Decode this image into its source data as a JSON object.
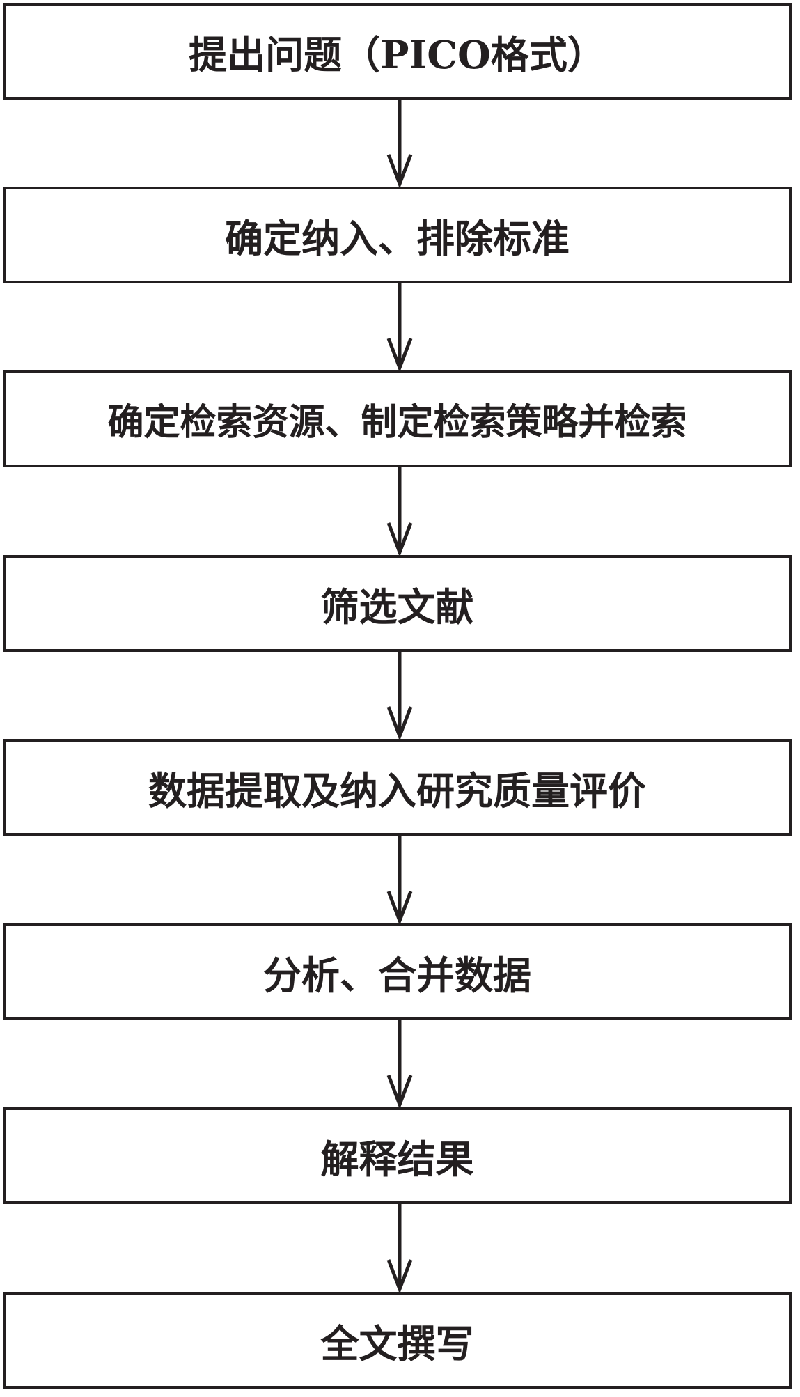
{
  "steps": [
    "提出问题（PICO格式）",
    "确定纳入、排除标准",
    "确定检索资源、制定检索策略并检索",
    "筛选文献",
    "数据提取及纳入研究质量评价",
    "分析、合并数据",
    "解释结果",
    "全文撰写"
  ],
  "colors": {
    "line": "#231f20",
    "box_fill": "#ffffff"
  }
}
